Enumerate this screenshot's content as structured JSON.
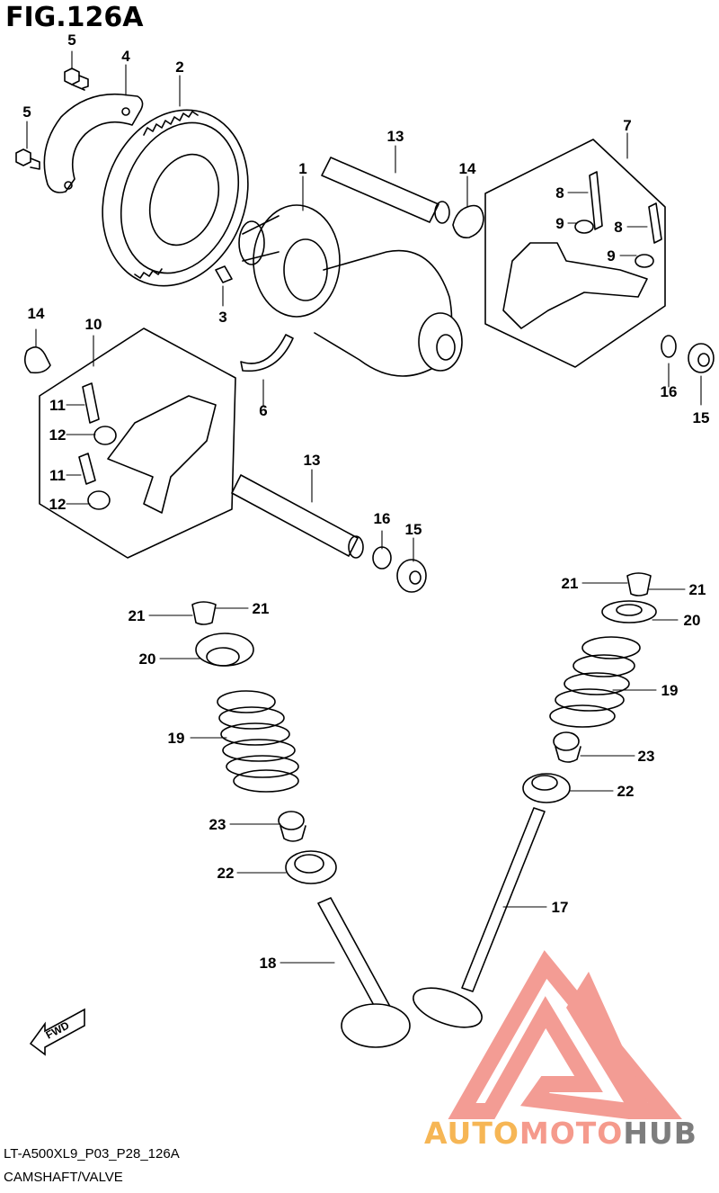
{
  "header": {
    "title": "FIG.126A"
  },
  "footer": {
    "model_code": "LT-A500XL9_P03_P28_126A",
    "section_name": "CAMSHAFT/VALVE"
  },
  "watermark": {
    "brand_part1": "AUTO",
    "brand_part2": "MOTO",
    "brand_part3": "HUB",
    "colors": {
      "auto": "#f6b655",
      "moto": "#f59a8c",
      "hub": "#7d7d7d",
      "logo": "#f28b82"
    }
  },
  "direction_badge": {
    "label": "FWD",
    "icon": "forward-arrow-icon"
  },
  "callouts": [
    "5",
    "4",
    "2",
    "5",
    "1",
    "13",
    "14",
    "7",
    "8",
    "9",
    "8",
    "9",
    "3",
    "6",
    "14",
    "10",
    "11",
    "12",
    "11",
    "12",
    "13",
    "16",
    "15",
    "16",
    "15",
    "21",
    "21",
    "20",
    "19",
    "23",
    "22",
    "18",
    "21",
    "21",
    "20",
    "19",
    "23",
    "22",
    "17"
  ]
}
